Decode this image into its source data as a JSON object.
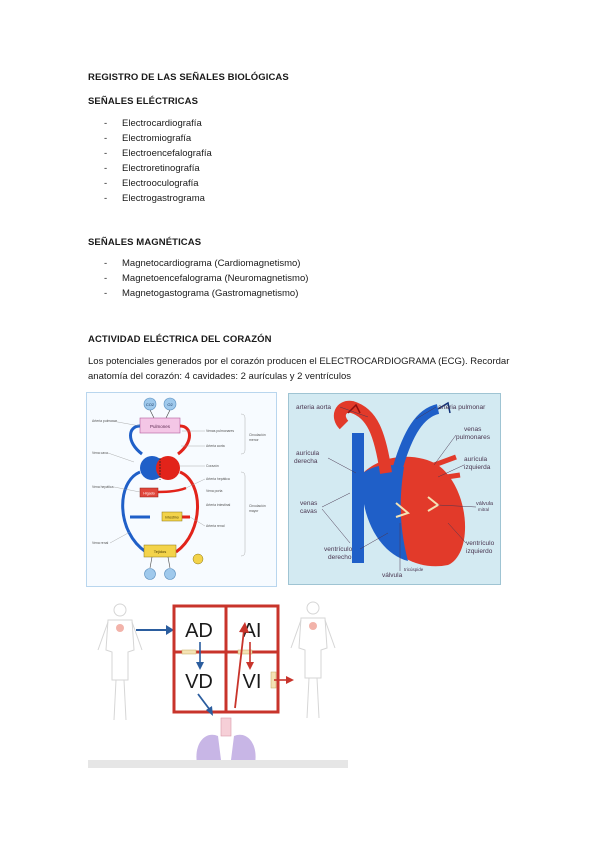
{
  "doc": {
    "title": "REGISTRO DE LAS SEÑALES BIOLÓGICAS",
    "section_electric": {
      "heading": "SEÑALES ELÉCTRICAS",
      "items": [
        "Electrocardiografía",
        "Electromiografía",
        "Electroencefalografía",
        "Electroretinografía",
        "Electrooculografía",
        "Electrogastrograma"
      ]
    },
    "section_magnetic": {
      "heading": "SEÑALES MAGNÉTICAS",
      "items": [
        "Magnetocardiograma (Cardiomagnetismo)",
        "Magnetoencefalograma (Neuromagnetismo)",
        "Magnetogastograma (Gastromagnetismo)"
      ]
    },
    "section_heart": {
      "heading": "ACTIVIDAD ELÉCTRICA DEL CORAZÓN",
      "paragraph": "Los potenciales generados por el corazón producen el ELECTROCARDIOGRAMA (ECG). Recordar anatomía del corazón: 4 cavidades: 2 aurículas y 2 ventrículos"
    }
  },
  "circulation_diagram": {
    "labels": {
      "pulmones": "Pulmones",
      "higado": "Hígado",
      "intestino": "Intestino",
      "tejidos": "Tejidos",
      "corazon": "Corazón",
      "circ_menor_1": "Circulación",
      "circ_menor_2": "menor",
      "circ_mayor_1": "Circulación",
      "circ_mayor_2": "mayor",
      "arteria_pulmonar": "Arteria pulmonar",
      "vena_cava": "Vena cava",
      "vena_hepatica": "Vena hepática",
      "vena_renal": "Vena renal",
      "venas_pulmonares": "Venas pulmonares",
      "arteria_aorta": "Arteria aorta",
      "arteria_hepatica": "Arteria hepática",
      "vena_porta": "Vena porta",
      "arteria_intestinal": "Arteria intestinal",
      "arteria_renal": "Arteria renal",
      "co2": "CO2",
      "o2": "O2"
    }
  },
  "heart_anatomy": {
    "labels": {
      "arteria_aorta": "arteria aorta",
      "arteria_pulmonar": "arteria pulmonar",
      "venas_pulmonares_1": "venas",
      "venas_pulmonares_2": "pulmonares",
      "auricula_izq_1": "aurícula",
      "auricula_izq_2": "izquierda",
      "auricula_der_1": "aurícula",
      "auricula_der_2": "derecha",
      "venas_cavas_1": "venas",
      "venas_cavas_2": "cavas",
      "valvula_mitral_1": "válvula",
      "valvula_mitral_2": "mitral",
      "ventriculo_der_1": "ventrículo",
      "ventriculo_der_2": "derecho",
      "ventriculo_izq_1": "ventrículo",
      "ventriculo_izq_2": "izquierdo",
      "valvula_tricuspide_1": "válvula",
      "valvula_tricuspide_2": "tricúspide"
    }
  },
  "chambers": {
    "ad": "AD",
    "ai": "AI",
    "vd": "VD",
    "vi": "VI"
  },
  "colors": {
    "oxygenated": "#e2231a",
    "deoxygenated": "#1f5fc8",
    "frame": "#c8342b",
    "arrow_blue": "#2b5d9e",
    "lungs": "#c8b6e6"
  }
}
